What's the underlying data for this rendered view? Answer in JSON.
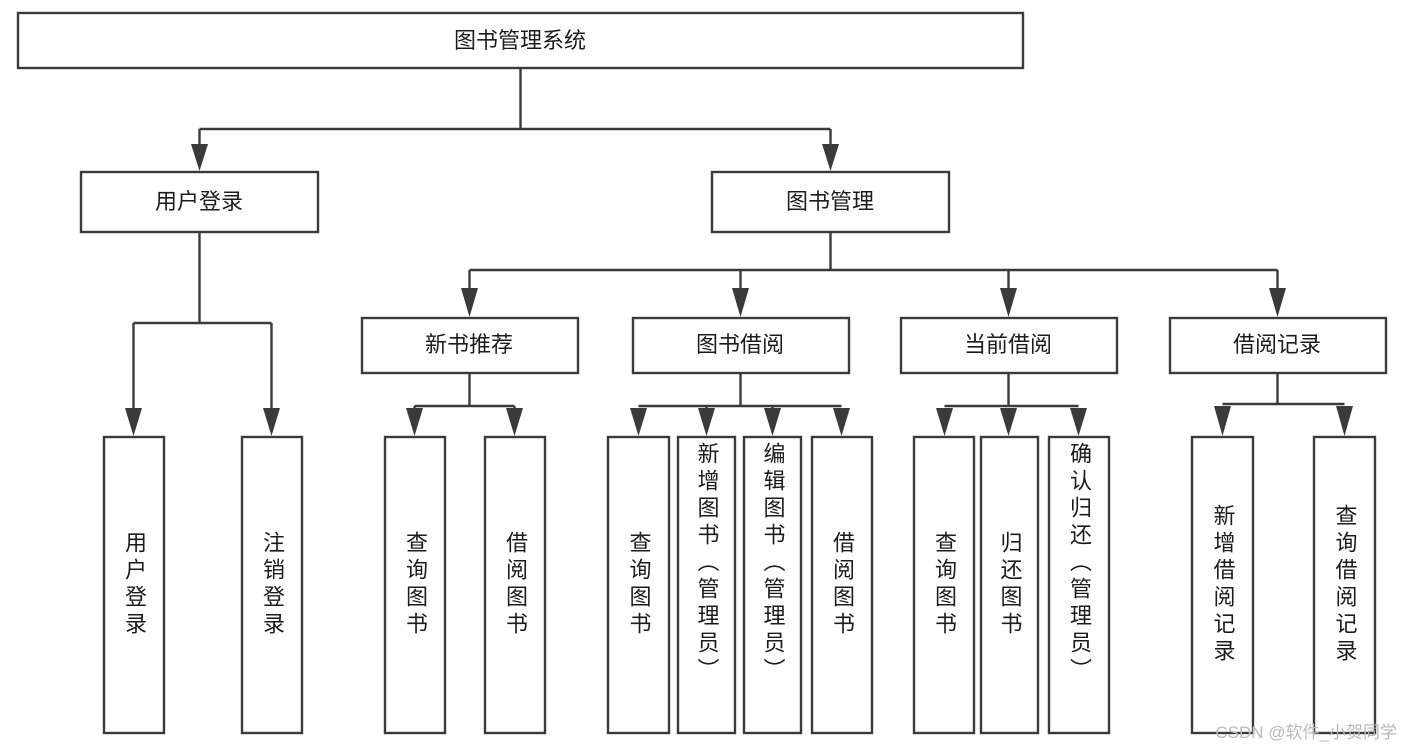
{
  "diagram": {
    "title": "图书管理系统",
    "type": "tree-hierarchy-chart",
    "root": {
      "label": "图书管理系统"
    },
    "level2": [
      {
        "label": "用户登录"
      },
      {
        "label": "图书管理"
      }
    ],
    "level3": [
      {
        "label": "新书推荐"
      },
      {
        "label": "图书借阅"
      },
      {
        "label": "当前借阅"
      },
      {
        "label": "借阅记录"
      }
    ],
    "leaves_user_login": [
      {
        "label": "用户登录"
      },
      {
        "label": "注销登录"
      }
    ],
    "leaves_new_book": [
      {
        "label": "查询图书"
      },
      {
        "label": "借阅图书"
      }
    ],
    "leaves_book_borrow": [
      {
        "label": "查询图书"
      },
      {
        "label": "新增图书（管理员）"
      },
      {
        "label": "编辑图书（管理员）"
      },
      {
        "label": "借阅图书"
      }
    ],
    "leaves_current_borrow": [
      {
        "label": "查询图书"
      },
      {
        "label": "归还图书"
      },
      {
        "label": "确认归还（管理员）"
      }
    ],
    "leaves_borrow_record": [
      {
        "label": "新增借阅记录"
      },
      {
        "label": "查询借阅记录"
      }
    ]
  },
  "watermark": {
    "text": "CSDN @软件_小贺同学"
  },
  "colors": {
    "stroke": "#3a3a3a",
    "box_fill": "#ffffff",
    "text": "#1c1c1c",
    "watermark": "#b9b9b9",
    "background": "#ffffff"
  }
}
